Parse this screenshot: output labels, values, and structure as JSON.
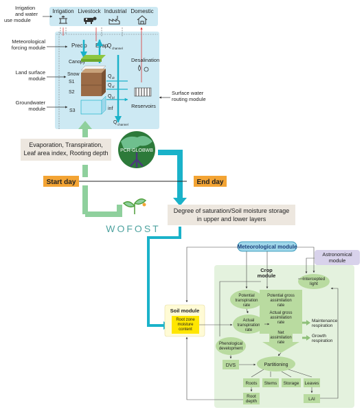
{
  "pcr_model": {
    "sectors": [
      "Irrigation",
      "Livestock",
      "Industrial",
      "Domestic"
    ],
    "side_labels": {
      "irrigation": "Irrigation and water use module",
      "met_forcing": "Meteorological forcing module",
      "land_surface": "Land surface module",
      "groundwater": "Groundwater module",
      "surface_water": "Surface water routing module"
    },
    "inner": {
      "precip": "Precip",
      "evap": "Evap",
      "q_channel": "Q",
      "q_channel_sub": "channel",
      "canopy": "Canopy",
      "snow": "Snow",
      "s1": "S1",
      "s2": "S2",
      "s3": "S3",
      "q": "Q",
      "q_dr": "dr",
      "q_sf": "sf",
      "q_bf": "bf",
      "inf": "inf",
      "q_out": "Q",
      "q_out_sub": "channel",
      "desalination": "Desalination",
      "reservoirs": "Reservoirs"
    }
  },
  "coupling": {
    "evap_box": "Evaporation, Transpiration, Leaf area  index, Rooting depth",
    "pcr_logo": "PCR-GLOBWB",
    "start_day": "Start day",
    "end_day": "End day",
    "saturation_box": "Degree of saturation/Soil moisture storage in upper and lower layers",
    "wofost": "WOFOST"
  },
  "wofost_model": {
    "met_module": "Meteorological module",
    "astro_module": "Astronomical module",
    "crop_module": "Crop module",
    "soil_module": "Soil module",
    "root_zone": "Root zone moisture content",
    "intercepted_light": "Intercepted light",
    "potential_transpiration": "Potential transpiration rate",
    "actual_transpiration": "Actual transpiration rate",
    "potential_gross": "Potential gross assimilation rate",
    "actual_gross": "Actual gross assimilation rate",
    "net_assimilation": "Net assimilation rate",
    "maintenance": "Maintenance respiration",
    "growth_resp": "Growth respiration",
    "phenological": "Phenological development",
    "dvs": "DVS",
    "partitioning": "Partitioning",
    "roots": "Roots",
    "stems": "Stems",
    "storage": "Storage",
    "leaves": "Leaves",
    "root_depth": "Root depth",
    "lai": "LAI"
  },
  "colors": {
    "cyan": "#1ab2c9",
    "green_arrow": "#8fd09d",
    "light_blue_panel": "#cde9f3",
    "crop_panel": "#e4f2de",
    "ellipse_green": "#b9dba0",
    "yellow": "#ffe600",
    "orange": "#f3a434",
    "purple": "#d8d2eb",
    "beige": "#ede7df",
    "wofost_teal": "#4fa3a0"
  }
}
